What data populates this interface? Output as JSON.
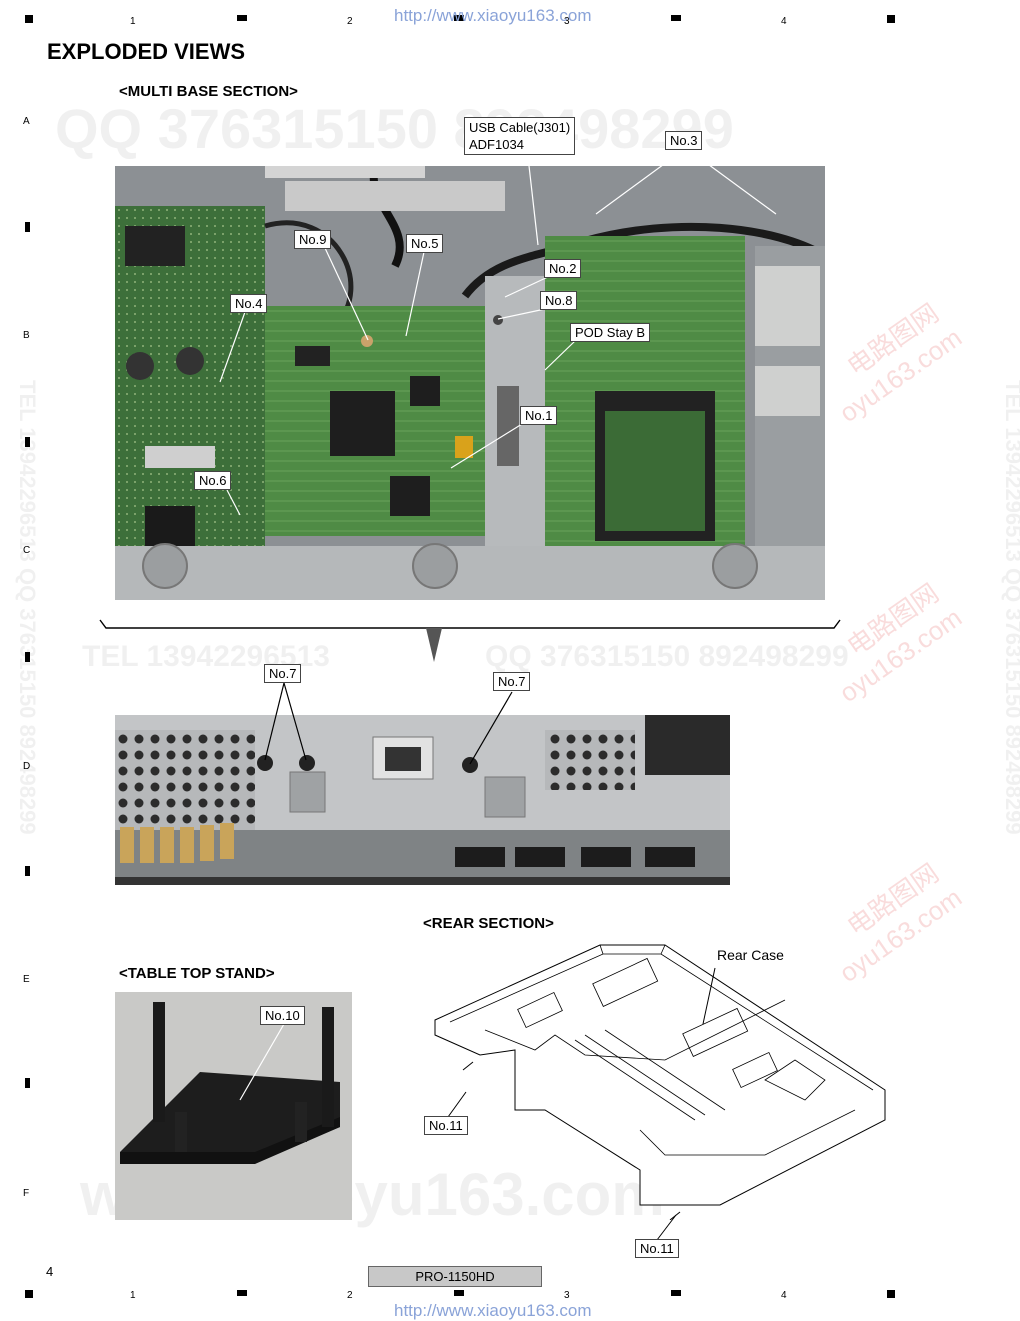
{
  "header": {
    "url": "http://www.xiaoyu163.com",
    "columns": [
      "1",
      "2",
      "3",
      "4"
    ]
  },
  "footer": {
    "url": "http://www.xiaoyu163.com",
    "page_number": "4",
    "model": "PRO-1150HD",
    "columns": [
      "1",
      "2",
      "3",
      "4"
    ]
  },
  "rows": [
    "A",
    "B",
    "C",
    "D",
    "E",
    "F"
  ],
  "title": "EXPLODED VIEWS",
  "multi_base": {
    "heading": "<MULTI BASE SECTION>",
    "labels": {
      "usb_line1": "USB Cable(J301)",
      "usb_line2": "ADF1034",
      "no3": "No.3",
      "no9": "No.9",
      "no5": "No.5",
      "no2": "No.2",
      "no8": "No.8",
      "no4": "No.4",
      "pod": "POD Stay B",
      "no1": "No.1",
      "no6": "No.6",
      "no7a": "No.7",
      "no7b": "No.7"
    }
  },
  "rear": {
    "heading": "<REAR SECTION>",
    "rear_case": "Rear Case",
    "no11a": "No.11",
    "no11b": "No.11"
  },
  "stand": {
    "heading": "<TABLE TOP STAND>",
    "no10": "No.10"
  },
  "watermarks": {
    "qq_top": "QQ 376315150 892498299",
    "tel_mid": "TEL 13942296513",
    "qq_mid": "QQ 376315150 892498299",
    "www_bottom": "www.xiaoyu163.com",
    "vertical": "TEL 13942296513 QQ 376315150 892498299",
    "cn1": "电路图网",
    "cn2": "oyu163.com"
  },
  "colors": {
    "pcb_green": "#3f7a3a",
    "metal": "#a9acae",
    "footer_bar": "#c8c8c8",
    "url_blue": "#8aa3d8"
  }
}
